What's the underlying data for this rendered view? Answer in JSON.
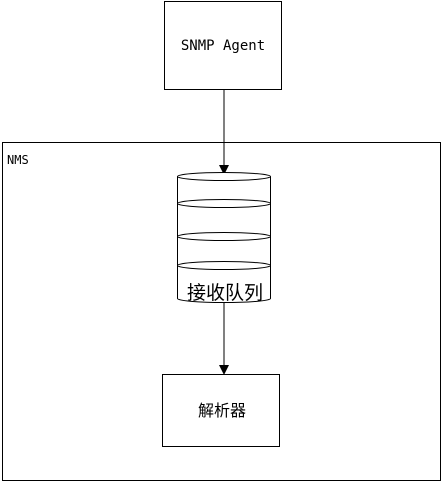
{
  "diagram": {
    "agent_label": "SNMP Agent",
    "nms_label": "NMS",
    "queue_label": "接收队列",
    "parser_label": "解析器"
  },
  "colors": {
    "stroke": "#000000",
    "background": "#ffffff"
  }
}
